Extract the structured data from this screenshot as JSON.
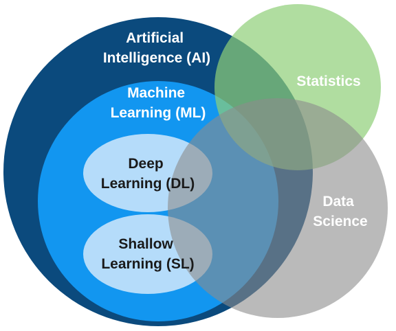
{
  "diagram": {
    "ai": {
      "line1": "Artificial",
      "line2": "Intelligence (AI)",
      "color": "#0b4a7d"
    },
    "ml": {
      "line1": "Machine",
      "line2": "Learning (ML)",
      "color": "#1296f0"
    },
    "dl": {
      "line1": "Deep",
      "line2": "Learning (DL)",
      "color": "#b5dcfa"
    },
    "sl": {
      "line1": "Shallow",
      "line2": "Learning (SL)",
      "color": "#b5dcfa"
    },
    "statistics": {
      "label": "Statistics",
      "color": "#8fcf78"
    },
    "data_science": {
      "line1": "Data",
      "line2": "Science",
      "color": "#8c8c8c"
    }
  }
}
